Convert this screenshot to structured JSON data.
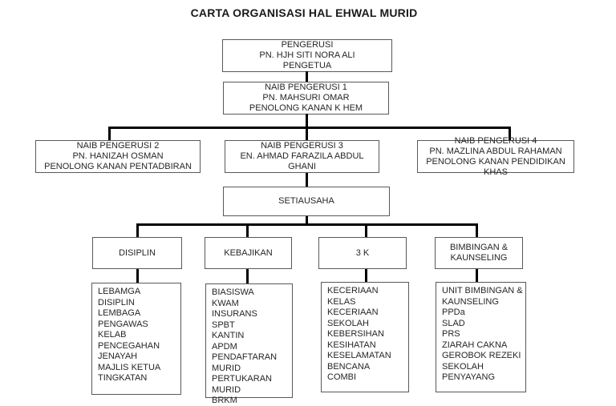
{
  "title": "CARTA ORGANISASI HAL EHWAL MURID",
  "org": {
    "pengerusi": {
      "lines": [
        "PENGERUSI",
        "PN. HJH SITI NORA ALI",
        "PENGETUA"
      ]
    },
    "naib_pengerusi_1": {
      "lines": [
        "NAIB PENGERUSI 1",
        "PN. MAHSURI OMAR",
        "PENOLONG KANAN K HEM"
      ]
    },
    "naib_pengerusi_2": {
      "lines": [
        "NAIB PENGERUSI 2",
        "PN. HANIZAH OSMAN",
        "PENOLONG KANAN PENTADBIRAN"
      ]
    },
    "naib_pengerusi_3": {
      "lines": [
        "NAIB PENGERUSI 3",
        "EN. AHMAD FARAZILA ABDUL GHANI"
      ]
    },
    "naib_pengerusi_4": {
      "lines": [
        "NAIB PENGERUSI 4",
        "PN. MAZLINA ABDUL RAHAMAN",
        "PENOLONG KANAN PENDIDIKAN KHAS"
      ]
    },
    "setiausaha": {
      "lines": [
        "SETIAUSAHA"
      ]
    },
    "units": [
      {
        "label": "DISIPLIN",
        "items": [
          "LEBAMGA DISIPLIN",
          "LEMBAGA",
          "PENGAWAS",
          "KELAB",
          "PENCEGAHAN",
          "JENAYAH",
          "MAJLIS KETUA",
          "TINGKATAN"
        ]
      },
      {
        "label": "KEBAJIKAN",
        "items": [
          "BIASISWA",
          "KWAM",
          "INSURANS",
          "SPBT",
          "KANTIN",
          "APDM",
          "PENDAFTARAN",
          "MURID",
          "PERTUKARAN",
          "MURID",
          "BRKM"
        ]
      },
      {
        "label": "3 K",
        "items": [
          "KECERIAAN KELAS",
          "KECERIAAN",
          "SEKOLAH",
          "KEBERSIHAN",
          "KESIHATAN",
          "KESELAMATAN",
          "BENCANA",
          "COMBI"
        ]
      },
      {
        "label": "BIMBINGAN & KAUNSELING",
        "items": [
          "UNIT BIMBINGAN &",
          "KAUNSELING",
          "PPDa",
          "SLAD",
          "PRS",
          "ZIARAH CAKNA",
          "GEROBOK REZEKI",
          "SEKOLAH",
          "PENYAYANG"
        ]
      }
    ]
  },
  "colors": {
    "background": "#ffffff",
    "box_border": "#595959",
    "connector_line": "#000000",
    "text": "#262626"
  }
}
